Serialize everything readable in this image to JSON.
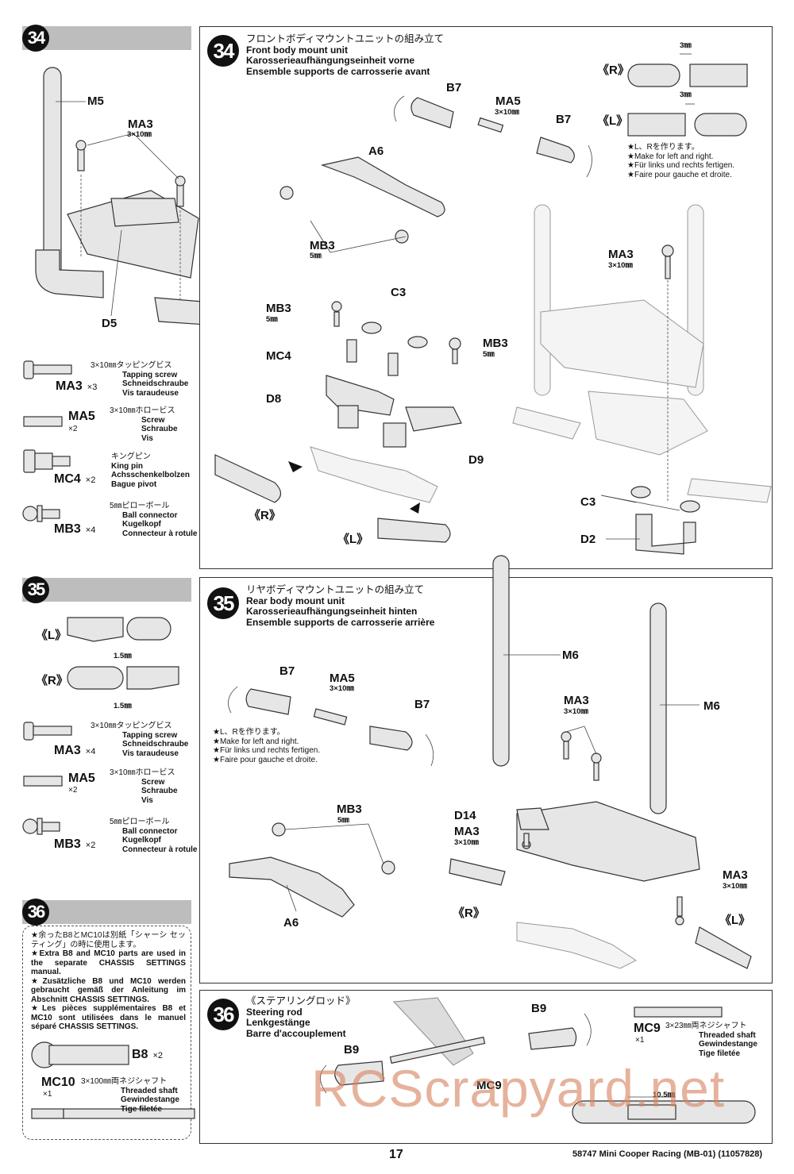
{
  "page": {
    "number": "17",
    "footer": "58747  Mini Cooper Racing (MB-01) (11057828)",
    "watermark": "RCScrapyard.net"
  },
  "steps": [
    {
      "number": "34",
      "title_jp": "フロントボディマウントユニットの組み立て",
      "title_en": "Front body mount unit",
      "title_de": "Karosserieaufhängungseinheit vorne",
      "title_fr": "Ensemble supports de carrosserie avant",
      "parts": [
        {
          "code": "MA3",
          "qty": "×3",
          "jp": "3×10㎜タッピングビス",
          "en": "Tapping screw",
          "de": "Schneidschraube",
          "fr": "Vis taraudeuse"
        },
        {
          "code": "MA5",
          "qty": "×2",
          "jp": "3×10㎜ホロービス",
          "en": "Screw",
          "de": "Schraube",
          "fr": "Vis"
        },
        {
          "code": "MC4",
          "qty": "×2",
          "jp": "キングピン",
          "en": "King pin",
          "de": "Achsschenkelbolzen",
          "fr": "Bague pivot"
        },
        {
          "code": "MB3",
          "qty": "×4",
          "jp": "5㎜ピローボール",
          "en": "Ball connector",
          "de": "Kugelkopf",
          "fr": "Connecteur à rotule"
        }
      ],
      "labels": {
        "m5": "M5",
        "ma3": "MA3",
        "ma3_size": "3×10㎜",
        "d5": "D5",
        "b7": "B7",
        "ma5": "MA5",
        "ma5_size": "3×10㎜",
        "a6": "A6",
        "mb3": "MB3",
        "mb3_size": "5㎜",
        "c3": "C3",
        "mc4": "MC4",
        "d8": "D8",
        "d9": "D9",
        "d2": "D2",
        "r": "《R》",
        "l": "《L》",
        "gap": "3㎜"
      },
      "note": [
        "★L、Rを作ります。",
        "★Make for left and right.",
        "★Für links und rechts fertigen.",
        "★Faire pour gauche et droite."
      ]
    },
    {
      "number": "35",
      "title_jp": "リヤボディマウントユニットの組み立て",
      "title_en": "Rear body mount unit",
      "title_de": "Karosserieaufhängungseinheit hinten",
      "title_fr": "Ensemble supports de carrosserie arrière",
      "parts": [
        {
          "code": "MA3",
          "qty": "×4",
          "jp": "3×10㎜タッピングビス",
          "en": "Tapping screw",
          "de": "Schneidschraube",
          "fr": "Vis taraudeuse"
        },
        {
          "code": "MA5",
          "qty": "×2",
          "jp": "3×10㎜ホロービス",
          "en": "Screw",
          "de": "Schraube",
          "fr": "Vis"
        },
        {
          "code": "MB3",
          "qty": "×2",
          "jp": "5㎜ピローボール",
          "en": "Ball connector",
          "de": "Kugelkopf",
          "fr": "Connecteur à rotule"
        }
      ],
      "labels": {
        "b7": "B7",
        "ma5": "MA5",
        "ma5_size": "3×10㎜",
        "mb3": "MB3",
        "mb3_size": "5㎜",
        "a6": "A6",
        "m6": "M6",
        "ma3": "MA3",
        "ma3_size": "3×10㎜",
        "d14": "D14",
        "r": "《R》",
        "l": "《L》",
        "gap": "1.5㎜"
      },
      "note": [
        "★L、Rを作ります。",
        "★Make for left and right.",
        "★Für links und rechts fertigen.",
        "★Faire pour gauche et droite."
      ]
    },
    {
      "number": "36",
      "title_jp": "《ステアリングロッド》",
      "title_en": "Steering rod",
      "title_de": "Lenkgestänge",
      "title_fr": "Barre d'accouplement",
      "notes": [
        "★余ったB8とMC10は別紙「シャーシ セッティング」の時に使用します。",
        "★Extra B8 and MC10 parts are used in the separate CHASSIS SETTINGS manual.",
        "★Zusätzliche B8 und MC10 werden gebraucht gemäß der Anleitung im Abschnitt CHASSIS SETTINGS.",
        "★Les pièces supplémentaires B8 et MC10 sont utilisées dans le manuel séparé CHASSIS SETTINGS."
      ],
      "extra_parts": [
        {
          "code": "B8",
          "qty": "×2"
        },
        {
          "code": "MC10",
          "qty": "×1",
          "jp": "3×100㎜両ネジシャフト",
          "en": "Threaded shaft",
          "de": "Gewindestange",
          "fr": "Tige filetée"
        }
      ],
      "parts": [
        {
          "code": "MC9",
          "qty": "×1",
          "jp": "3×23㎜両ネジシャフト",
          "en": "Threaded shaft",
          "de": "Gewindestange",
          "fr": "Tige filetée"
        }
      ],
      "labels": {
        "b9": "B9",
        "mc9": "MC9",
        "length": "10.5㎜"
      }
    }
  ]
}
